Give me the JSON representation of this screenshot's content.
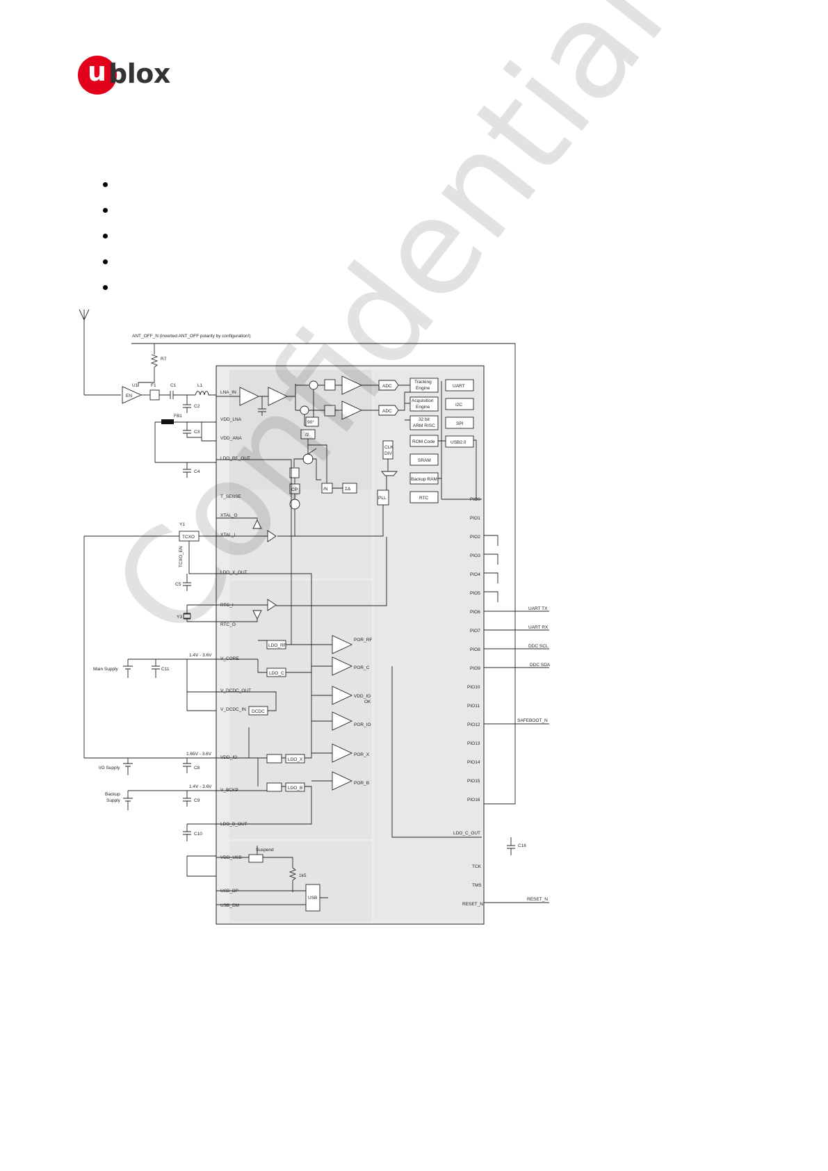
{
  "logo": {
    "mark": "u",
    "word": "blox"
  },
  "bullets": [
    {
      "text": ""
    },
    {
      "text": ""
    },
    {
      "text": ""
    },
    {
      "text": ""
    },
    {
      "text": ""
    }
  ],
  "watermark": "Confidential",
  "diagram": {
    "top_note": "ANT_OFF_N (inverted ANT_OFF polarity by configuration!)",
    "components": {
      "r7": "R7",
      "u1": "U1",
      "en": "EN",
      "f1": "F1",
      "c1": "C1",
      "l1": "L1",
      "c2": "C2",
      "fb1": "FB1",
      "c3": "C3",
      "c4": "C4",
      "y1": "Y1",
      "tcxo": "TCXO",
      "tcxo_en": "TCXO_EN",
      "c5": "C5",
      "y3": "Y3",
      "c11": "C11",
      "c8": "C8",
      "c9": "C9",
      "c10": "C10",
      "c16": "C16",
      "main_supply": "Main Supply",
      "io_supply": "I/O Supply",
      "backup_supply_1": "Backup",
      "backup_supply_2": "Supply",
      "v_core_range": "1.4V - 3.6V",
      "vdd_io_range": "1.65V - 3.6V",
      "v_bckp_range": "1.4V - 3.6V"
    },
    "left_pins": {
      "lna_in": "LNA_IN",
      "vdd_lna": "VDD_LNA",
      "vdd_ana": "VDD_ANA",
      "ldo_rf_out": "LDO_RF_OUT",
      "t_sense": "T_SENSE",
      "xtal_o": "XTAL_O",
      "xtal_i": "XTAL_I",
      "ldo_x_out": "LDO_X_OUT",
      "rtc_i": "RTC_I",
      "rtc_o": "RTC_O",
      "v_core": "V_CORE",
      "v_dcdc_out": "V_DCDC_OUT",
      "v_dcdc_in": "V_DCDC_IN",
      "vdd_io": "VDD_IO",
      "v_bckp": "V_BCKP",
      "ldo_b_out": "LDO_B_OUT",
      "vdd_usb": "VDD_USB",
      "usb_dp": "USB_DP",
      "usb_dm": "USB_DM"
    },
    "blocks": {
      "adc1": "ADC",
      "adc2": "ADC",
      "tracking_1": "Tracking",
      "tracking_2": "Engine",
      "acq_1": "Acquisition",
      "acq_2": "Engine",
      "arm_1": "32 bit",
      "arm_2": "ARM RISC",
      "rom": "ROM Code",
      "sram": "SRAM",
      "backup_ram": "Backup RAM",
      "rtc": "RTC",
      "uart": "UART",
      "i2c": "I2C",
      "spi": "SPI",
      "usb2": "USB2.0",
      "clk_1": "CLK",
      "clk_2": "DIV",
      "pll": "PLL",
      "deg90": "90°",
      "div2": "/2",
      "cp": "CP",
      "divn": "/N",
      "sigma": "ΣΔ",
      "ldo_rf": "LDO_RF",
      "ldo_c": "LDO_C",
      "dcdc": "DCDC",
      "ldo_x": "LDO_X",
      "ldo_b": "LDO_B",
      "por_rf": "POR_RF",
      "por_c": "POR_C",
      "vdd_io_ok_1": "VDD_IO",
      "vdd_io_ok_2": "OK",
      "por_io": "POR_IO",
      "por_x": "POR_X",
      "por_b": "POR_B",
      "suspend": "Suspend",
      "r1k5": "1k5",
      "usb": "USB"
    },
    "right_pins": {
      "pio0": "PIO0",
      "pio1": "PIO1",
      "pio2": "PIO2",
      "pio3": "PIO3",
      "pio4": "PIO4",
      "pio5": "PIO5",
      "pio6": "PIO6",
      "pio7": "PIO7",
      "pio8": "PIO8",
      "pio9": "PIO9",
      "pio10": "PIO10",
      "pio11": "PIO11",
      "pio12": "PIO12",
      "pio13": "PIO13",
      "pio14": "PIO14",
      "pio15": "PIO15",
      "pio16": "PIO16",
      "ldo_c_out": "LDO_C_OUT",
      "tck": "TCK",
      "tms": "TMS",
      "reset_n": "RESET_N"
    },
    "signals": {
      "uart_tx": "UART TX",
      "uart_rx": "UART RX",
      "ddc_scl": "DDC SCL",
      "ddc_sda": "DDC SDA",
      "safeboot_n": "SAFEBOOT_N",
      "reset_n": "RESET_N"
    }
  }
}
